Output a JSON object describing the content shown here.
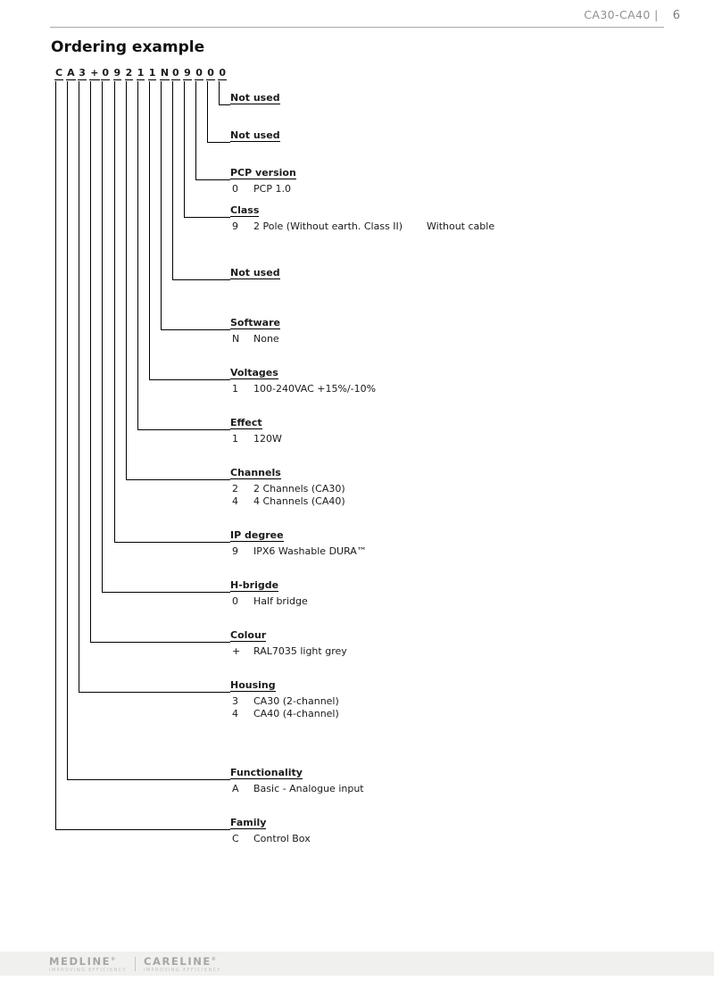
{
  "header": {
    "doc_title": "CA30-CA40 |",
    "page_number": "6"
  },
  "title": "Ordering example",
  "code": [
    "C",
    "A",
    "3",
    "+",
    "0",
    "9",
    "2",
    "1",
    "1",
    "N",
    "0",
    "9",
    "0",
    "0",
    "0"
  ],
  "fields": [
    {
      "label": "Not used",
      "values": []
    },
    {
      "label": "Not used",
      "values": []
    },
    {
      "label": "PCP version",
      "values": [
        {
          "code": "0",
          "desc": "PCP 1.0"
        }
      ]
    },
    {
      "label": "Class",
      "values": [
        {
          "code": "9",
          "desc": "2 Pole (Without earth. Class II)",
          "note": "Without cable"
        }
      ]
    },
    {
      "label": "Not used",
      "values": []
    },
    {
      "label": "Software",
      "values": [
        {
          "code": "N",
          "desc": "None"
        }
      ]
    },
    {
      "label": "Voltages",
      "values": [
        {
          "code": "1",
          "desc": "100-240VAC +15%/-10%"
        }
      ]
    },
    {
      "label": "Effect",
      "values": [
        {
          "code": "1",
          "desc": "120W"
        }
      ]
    },
    {
      "label": "Channels",
      "values": [
        {
          "code": "2",
          "desc": "2 Channels (CA30)"
        },
        {
          "code": "4",
          "desc": "4 Channels (CA40)"
        }
      ]
    },
    {
      "label": "IP degree",
      "values": [
        {
          "code": "9",
          "desc": "IPX6 Washable DURA™"
        }
      ]
    },
    {
      "label": "H-brigde",
      "values": [
        {
          "code": "0",
          "desc": "Half bridge"
        }
      ]
    },
    {
      "label": "Colour",
      "values": [
        {
          "code": "+",
          "desc": "RAL7035 light grey"
        }
      ]
    },
    {
      "label": "Housing",
      "values": [
        {
          "code": "3",
          "desc": "CA30 (2-channel)"
        },
        {
          "code": "4",
          "desc": "CA40 (4-channel)"
        }
      ]
    },
    {
      "label": "Functionality",
      "values": [
        {
          "code": "A",
          "desc": "Basic - Analogue input"
        }
      ]
    },
    {
      "label": "Family",
      "values": [
        {
          "code": "C",
          "desc": "Control Box"
        }
      ]
    }
  ],
  "footer": {
    "brands": [
      {
        "name": "MEDLINE",
        "mark": "®",
        "tagline": "IMPROVING EFFICIENCY"
      },
      {
        "name": "CARELINE",
        "mark": "®",
        "tagline": "IMPROVING EFFICIENCY"
      }
    ]
  }
}
